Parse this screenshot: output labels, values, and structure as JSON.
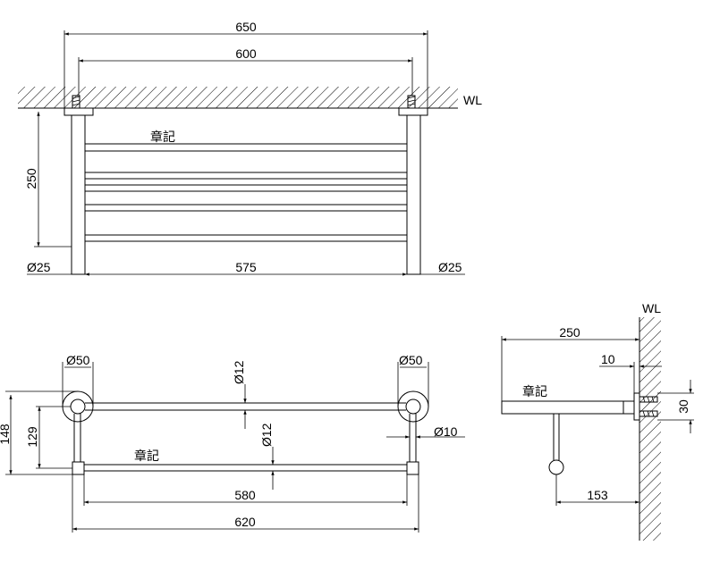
{
  "front_view": {
    "dim_overall_width": "650",
    "dim_post_spacing": "600",
    "dim_height": "250",
    "dim_left_post_diameter": "Ø25",
    "dim_inner_span": "575",
    "dim_right_post_diameter": "Ø25",
    "wall_line_label": "WL",
    "stamp_label": "章記"
  },
  "top_view": {
    "dim_left_flange": "Ø50",
    "dim_right_flange": "Ø50",
    "dim_front_rail": "Ø12",
    "dim_rear_rail": "Ø12",
    "dim_bracket_rod": "Ø10",
    "dim_depth_total": "148",
    "dim_depth_rail": "129",
    "dim_inner_length": "580",
    "dim_overall_length": "620",
    "stamp_label": "章記"
  },
  "side_view": {
    "wall_line_label": "WL",
    "dim_projection": "250",
    "dim_flange_thickness": "10",
    "dim_flange_height": "30",
    "dim_hook_offset": "153",
    "stamp_label": "章記"
  }
}
